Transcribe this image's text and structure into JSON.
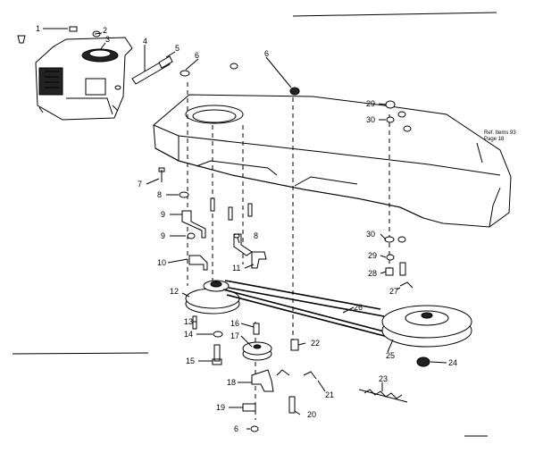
{
  "diagram": {
    "labels": [
      {
        "id": "1",
        "text": "1"
      },
      {
        "id": "2",
        "text": "2"
      },
      {
        "id": "3",
        "text": "3"
      },
      {
        "id": "4",
        "text": "4"
      },
      {
        "id": "5",
        "text": "5"
      },
      {
        "id": "6a",
        "text": "6"
      },
      {
        "id": "6b",
        "text": "6"
      },
      {
        "id": "7",
        "text": "7"
      },
      {
        "id": "8a",
        "text": "8"
      },
      {
        "id": "8b",
        "text": "8"
      },
      {
        "id": "9a",
        "text": "9"
      },
      {
        "id": "9b",
        "text": "9"
      },
      {
        "id": "10",
        "text": "10"
      },
      {
        "id": "11",
        "text": "11"
      },
      {
        "id": "12",
        "text": "12"
      },
      {
        "id": "13",
        "text": "13"
      },
      {
        "id": "14",
        "text": "14"
      },
      {
        "id": "15",
        "text": "15"
      },
      {
        "id": "16",
        "text": "16"
      },
      {
        "id": "17",
        "text": "17"
      },
      {
        "id": "18",
        "text": "18"
      },
      {
        "id": "19",
        "text": "19"
      },
      {
        "id": "20",
        "text": "20"
      },
      {
        "id": "21",
        "text": "21"
      },
      {
        "id": "22",
        "text": "22"
      },
      {
        "id": "23",
        "text": "23"
      },
      {
        "id": "24",
        "text": "24"
      },
      {
        "id": "25",
        "text": "25"
      },
      {
        "id": "26",
        "text": "26"
      },
      {
        "id": "27",
        "text": "27"
      },
      {
        "id": "28",
        "text": "28"
      },
      {
        "id": "29a",
        "text": "29"
      },
      {
        "id": "29b",
        "text": "29"
      },
      {
        "id": "30a",
        "text": "30"
      },
      {
        "id": "30b",
        "text": "30"
      },
      {
        "id": "6c",
        "text": "6"
      }
    ],
    "reference_note": [
      "Ref. Items 93",
      "Page 18"
    ]
  }
}
